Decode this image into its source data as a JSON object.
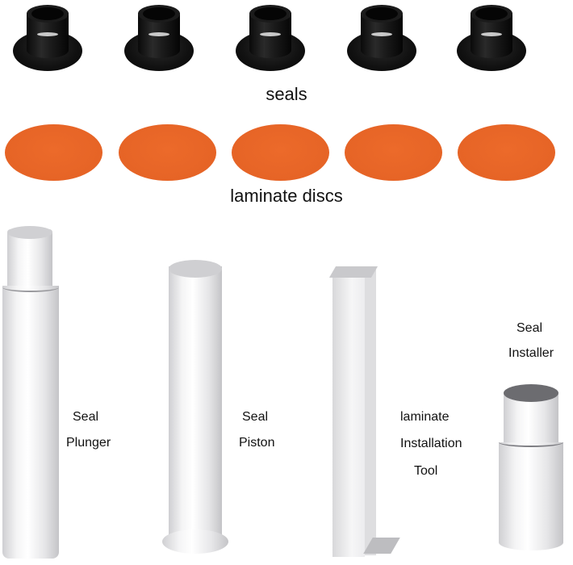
{
  "sections": {
    "seals": {
      "label": "seals",
      "count": 5,
      "color": "#111111"
    },
    "laminate_discs": {
      "label": "laminate discs",
      "count": 5,
      "color": "#e66426"
    }
  },
  "tools": [
    {
      "name": "seal-plunger",
      "label_line1": "Seal",
      "label_line2": "Plunger"
    },
    {
      "name": "seal-piston",
      "label_line1": "Seal",
      "label_line2": "Piston"
    },
    {
      "name": "laminate-installation-tool",
      "label_line1": "laminate",
      "label_line2": "Installation",
      "label_line3": "Tool"
    },
    {
      "name": "seal-installer",
      "label_line1": "Seal",
      "label_line2": "Installer"
    }
  ]
}
